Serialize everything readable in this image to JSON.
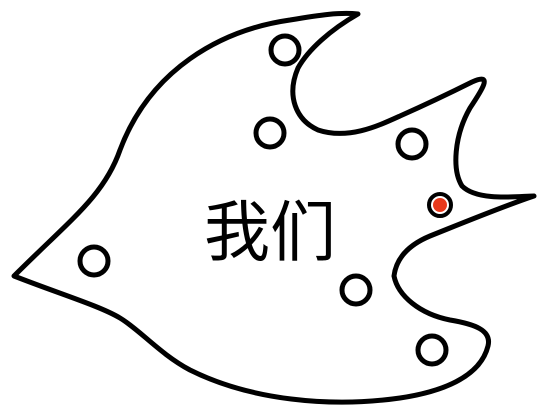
{
  "board": {
    "center_text": "我们",
    "colors": {
      "outline": "#000000",
      "hole_fill": "#ffffff",
      "active_marker": "#e8391c"
    },
    "holes": [
      {
        "id": "hole-1",
        "active": false
      },
      {
        "id": "hole-2",
        "active": false
      },
      {
        "id": "hole-3",
        "active": false
      },
      {
        "id": "hole-4",
        "active": true
      },
      {
        "id": "hole-5",
        "active": false
      },
      {
        "id": "hole-6",
        "active": false
      },
      {
        "id": "hole-7",
        "active": false
      }
    ]
  }
}
